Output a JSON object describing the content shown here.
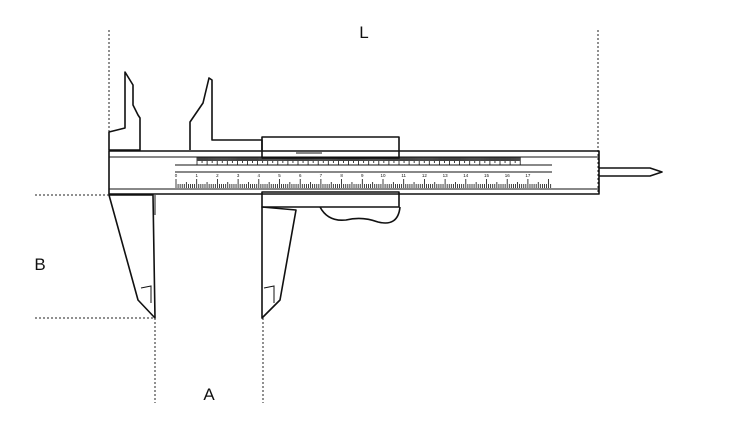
{
  "labels": {
    "length": "L",
    "jaw_depth": "B",
    "jaw_opening": "A"
  },
  "main_scale": {
    "numbers": [
      "0",
      "1",
      "2",
      "3",
      "4",
      "5",
      "6",
      "7",
      "8",
      "9",
      "10",
      "11",
      "12",
      "13",
      "14",
      "15",
      "16",
      "17"
    ]
  }
}
